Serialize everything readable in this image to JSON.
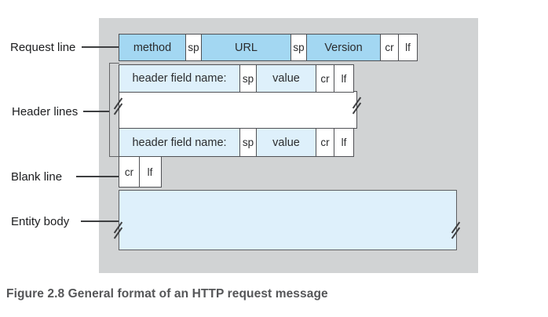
{
  "colors": {
    "panel_bg": "#d1d3d4",
    "box_blue": "#a3d7f2",
    "box_light_blue": "#def0fb",
    "box_white": "#ffffff",
    "box_border": "#505155",
    "label_text": "#1c1d1f",
    "caption_text": "#555658",
    "connector_line": "#3e3f41"
  },
  "labels": {
    "request_line": "Request line",
    "header_lines": "Header lines",
    "blank_line": "Blank line",
    "entity_body": "Entity body"
  },
  "request_row": {
    "cells": [
      {
        "text": "method"
      },
      {
        "text": "sp"
      },
      {
        "text": "URL"
      },
      {
        "text": "sp"
      },
      {
        "text": "Version"
      },
      {
        "text": "cr"
      },
      {
        "text": "lf"
      }
    ]
  },
  "header_row_1": {
    "cells": [
      {
        "text": "header field name:"
      },
      {
        "text": "sp"
      },
      {
        "text": "value"
      },
      {
        "text": "cr"
      },
      {
        "text": "lf"
      }
    ]
  },
  "header_row_2": {
    "cells": [
      {
        "text": "header field name:"
      },
      {
        "text": "sp"
      },
      {
        "text": "value"
      },
      {
        "text": "cr"
      },
      {
        "text": "lf"
      }
    ]
  },
  "blank_row": {
    "cells": [
      {
        "text": "cr"
      },
      {
        "text": "lf"
      }
    ]
  },
  "caption": "Figure 2.8 General format of an HTTP request message"
}
